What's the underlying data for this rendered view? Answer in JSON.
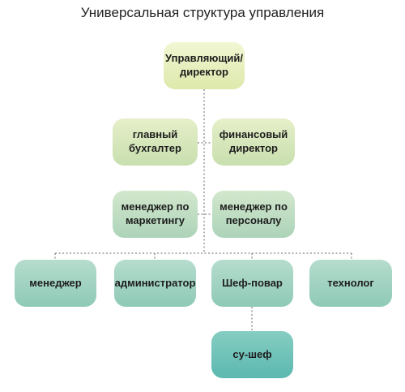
{
  "title": "Универсальная структура управления",
  "nodes": {
    "director": "Управляющий/\nдиректор",
    "chief_accountant": "главный\nбухгалтер",
    "finance_director": "финансовый\nдиректор",
    "marketing_manager": "менеджер по\nмаркетингу",
    "hr_manager": "менеджер по\nперсоналу",
    "manager": "менеджер",
    "administrator": "администратор",
    "chef": "Шеф-повар",
    "technologist": "технолог",
    "sous_chef": "су-шеф"
  },
  "colors": {
    "level0": "#dde9ab",
    "level1": "#c8dfae",
    "level2": "#acd3b9",
    "level3": "#8ecab6",
    "level4": "#5bb8b0",
    "connector": "#9a9a9a"
  }
}
